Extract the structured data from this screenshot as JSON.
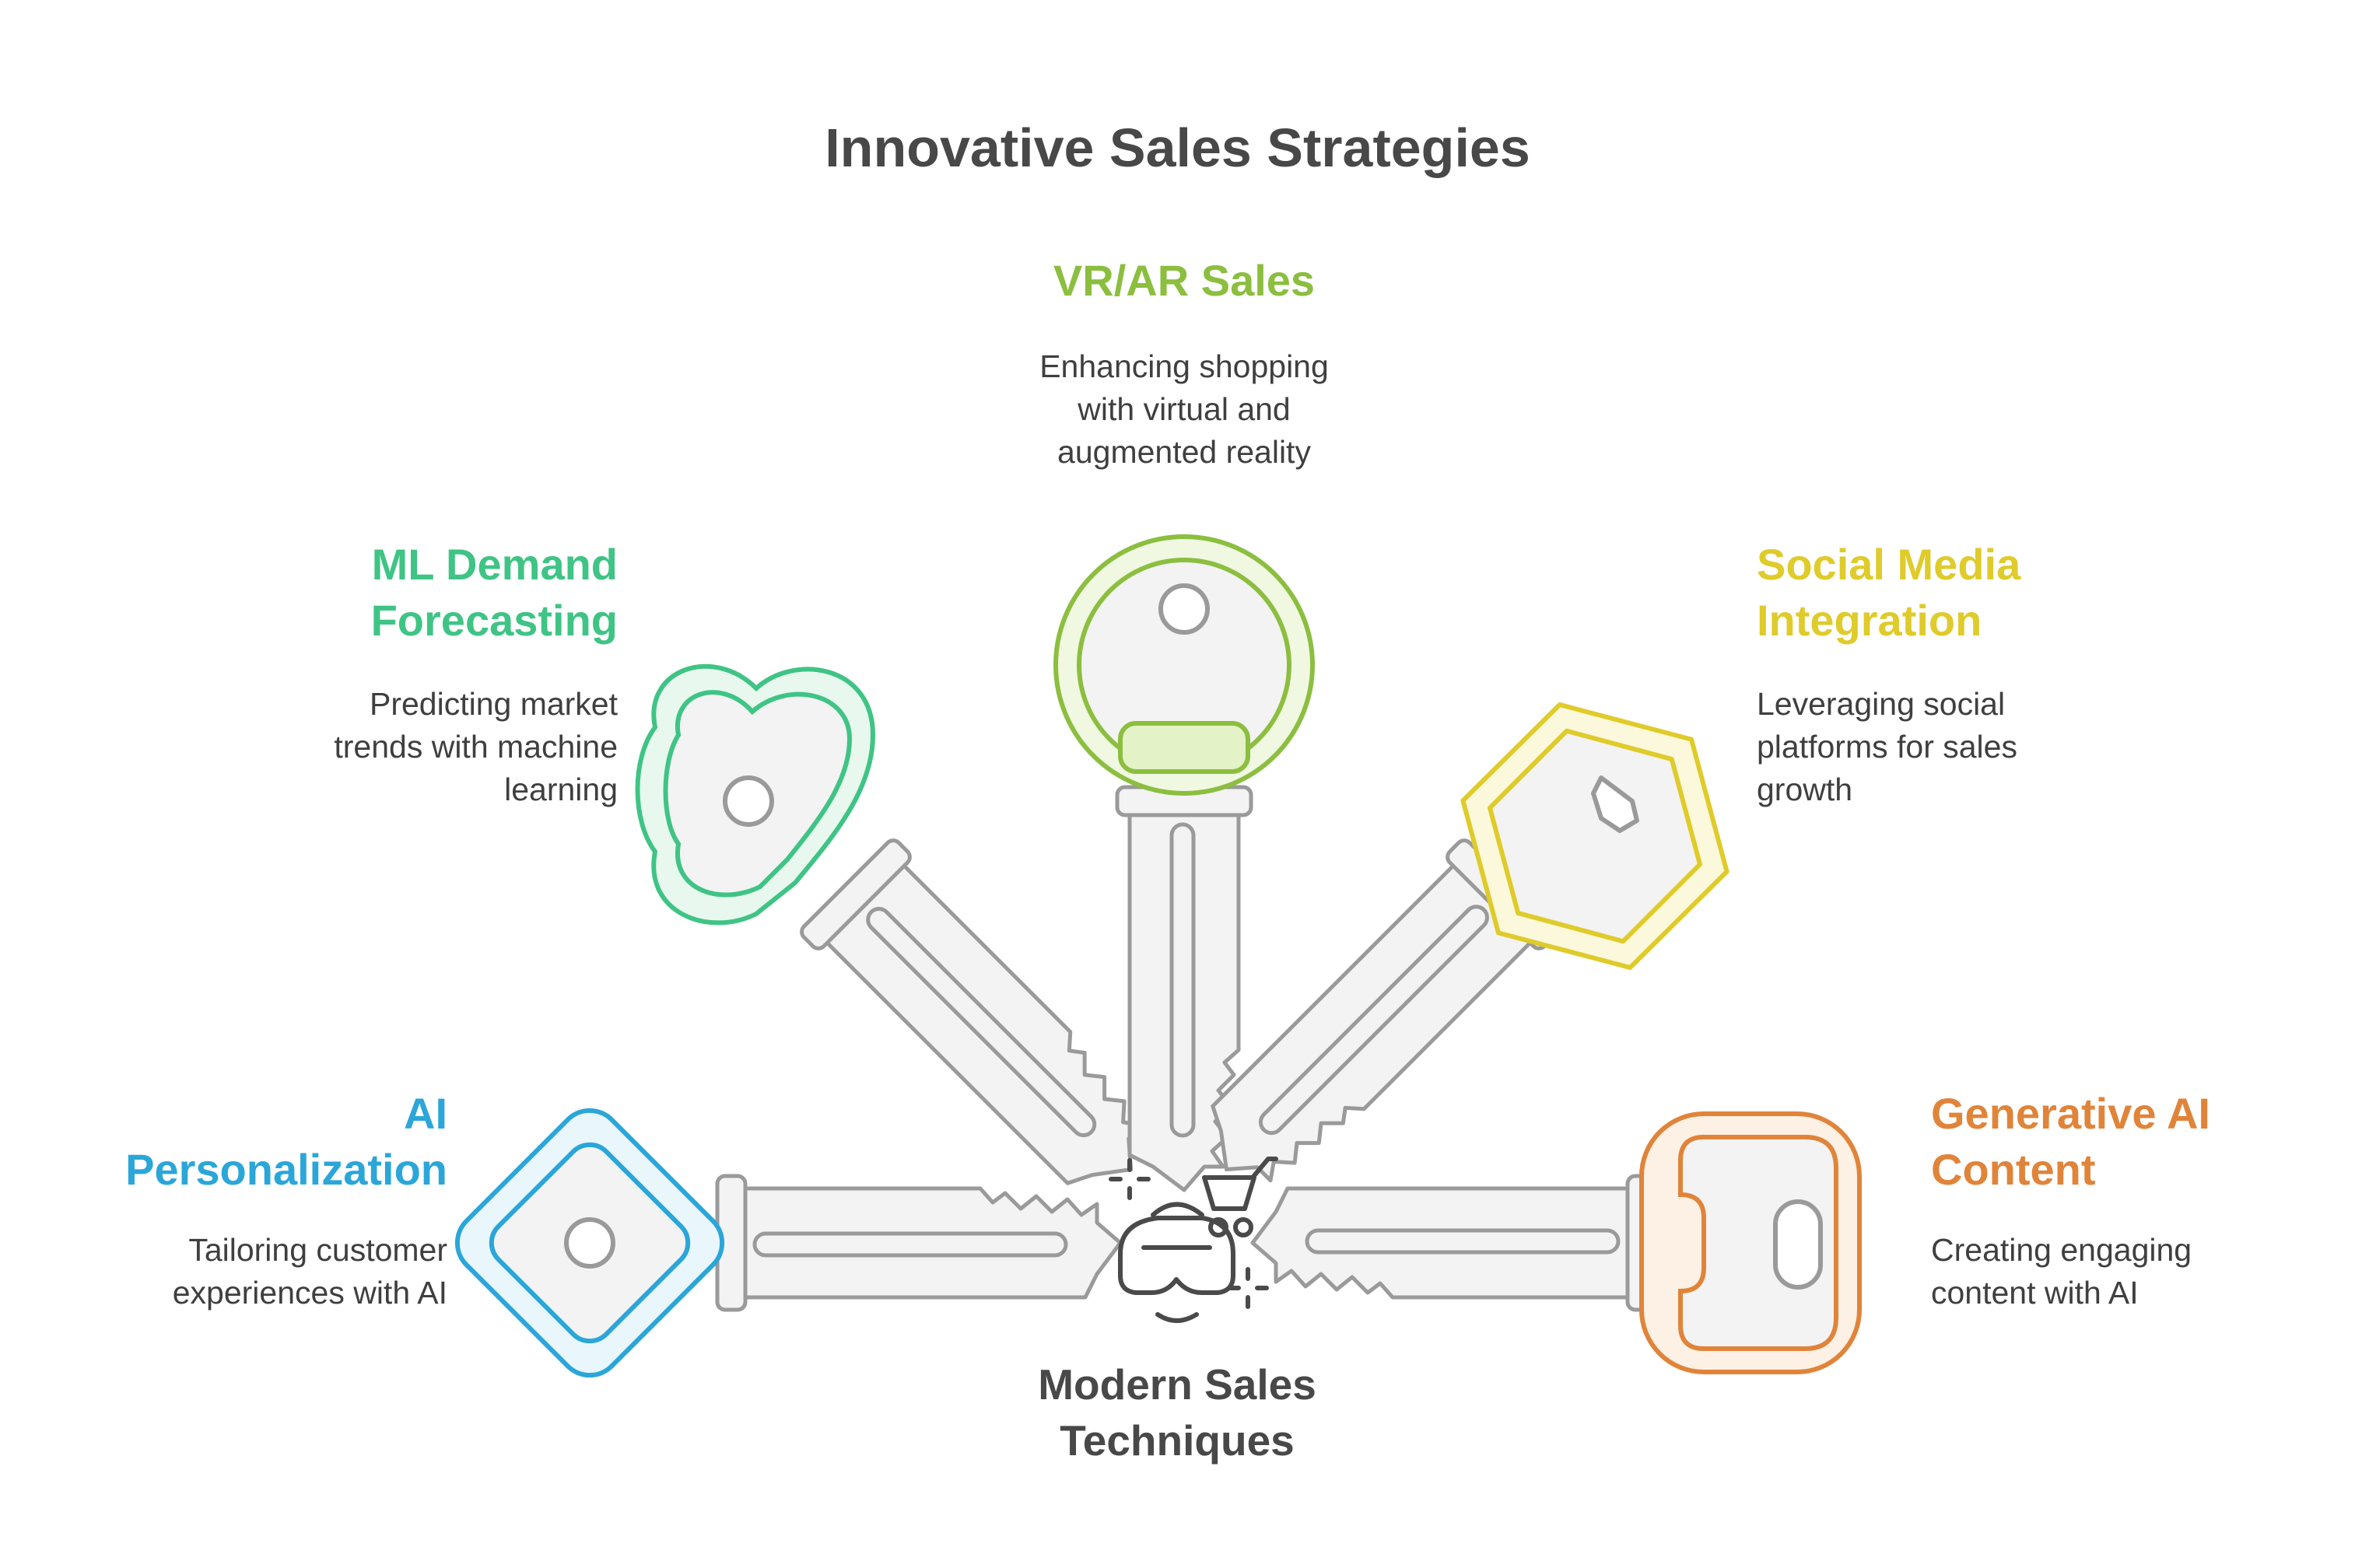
{
  "title": "Innovative Sales Strategies",
  "center": {
    "label_line1": "Modern Sales",
    "label_line2": "Techniques",
    "icons": [
      "vr-headset-icon",
      "shopping-cart-icon",
      "sparkle-icon"
    ]
  },
  "items": [
    {
      "key": "ai-personalization",
      "heading": [
        "AI",
        "Personalization"
      ],
      "description": [
        "Tailoring customer",
        "experiences with AI"
      ],
      "color": "#2ba6d9",
      "fill": "#e9f6fc",
      "key_shape": "diamond"
    },
    {
      "key": "ml-demand-forecasting",
      "heading": [
        "ML Demand",
        "Forecasting"
      ],
      "description": [
        "Predicting market",
        "trends with machine",
        "learning"
      ],
      "color": "#3fc485",
      "fill": "#e8f8ef",
      "key_shape": "clover"
    },
    {
      "key": "vr-ar-sales",
      "heading": [
        "VR/AR Sales"
      ],
      "description": [
        "Enhancing shopping",
        "with virtual and",
        "augmented reality"
      ],
      "color": "#8cbe3f",
      "fill": "#f0f8e2",
      "key_shape": "round"
    },
    {
      "key": "social-media-integration",
      "heading": [
        "Social Media",
        "Integration"
      ],
      "description": [
        "Leveraging social",
        "platforms for sales",
        "growth"
      ],
      "color": "#dfcb2a",
      "fill": "#fcf8dc",
      "key_shape": "hexagon"
    },
    {
      "key": "generative-ai-content",
      "heading": [
        "Generative AI",
        "Content"
      ],
      "description": [
        "Creating engaging",
        "content with AI"
      ],
      "color": "#e0843a",
      "fill": "#fdf0e4",
      "key_shape": "rounded-rect"
    }
  ],
  "colors": {
    "text": "#3f3f3f",
    "title": "#484848",
    "key_gray": "#9a9a9a",
    "key_fill": "#f3f3f3"
  }
}
